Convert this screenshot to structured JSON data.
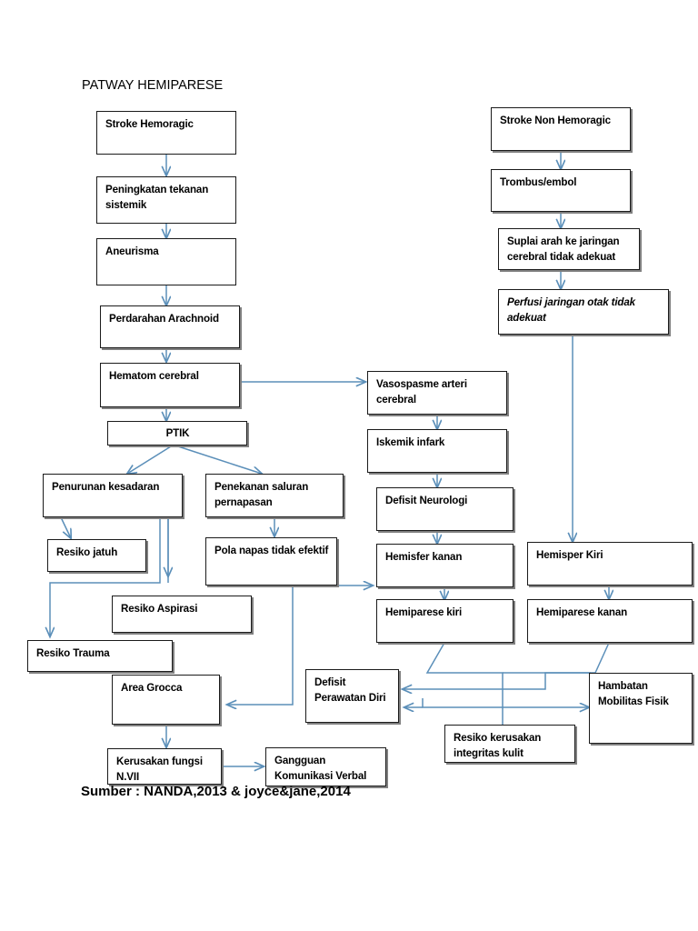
{
  "page": {
    "title": "PATWAY HEMIPARESE",
    "footer": "Sumber : NANDA,2013 & joyce&jane,2014",
    "background": "#ffffff",
    "box_border_color": "#1a1a1a",
    "arrow_color": "#5b8fb9",
    "text_color": "#000000"
  },
  "nodes": {
    "stroke_hemoragic": "Stroke Hemoragic",
    "peningkatan_tekanan": "Peningkatan tekanan sistemik",
    "aneurisma": "Aneurisma",
    "perdarahan": "Perdarahan Arachnoid",
    "hematom": "Hematom cerebral",
    "ptik": "PTIK",
    "penurunan_kesadaran": "Penurunan kesadaran",
    "penekanan_saluran": "Penekanan saluran pernapasan",
    "resiko_jatuh": "Resiko jatuh",
    "pola_napas": "Pola napas tidak efektif",
    "resiko_aspirasi": "Resiko Aspirasi",
    "resiko_trauma": "Resiko Trauma",
    "area_grocca": "Area Grocca",
    "kerusakan_fungsi": "Kerusakan fungsi N.VII",
    "gangguan_komunikasi": "Gangguan Komunikasi Verbal",
    "stroke_non_hemoragic": "Stroke Non Hemoragic",
    "trombus_embol": "Trombus/embol",
    "suplai_arah": "Suplai arah ke jaringan cerebral tidak adekuat",
    "perfusi_jaringan": "Perfusi jaringan otak tidak adekuat",
    "vasospasme": "Vasospasme arteri cerebral",
    "iskemik_infark": "Iskemik infark",
    "defisit_neurologi": "Defisit Neurologi",
    "hemisfer_kanan": "Hemisfer kanan",
    "hemisper_kiri": "Hemisper Kiri",
    "hemiparese_kiri": "Hemiparese kiri",
    "hemiparese_kanan": "Hemiparese kanan",
    "defisit_perawatan": "Defisit Perawatan Diri",
    "resiko_kerusakan": "Resiko kerusakan integritas kulit",
    "hambatan_mobilitas": "Hambatan Mobilitas Fisik"
  }
}
